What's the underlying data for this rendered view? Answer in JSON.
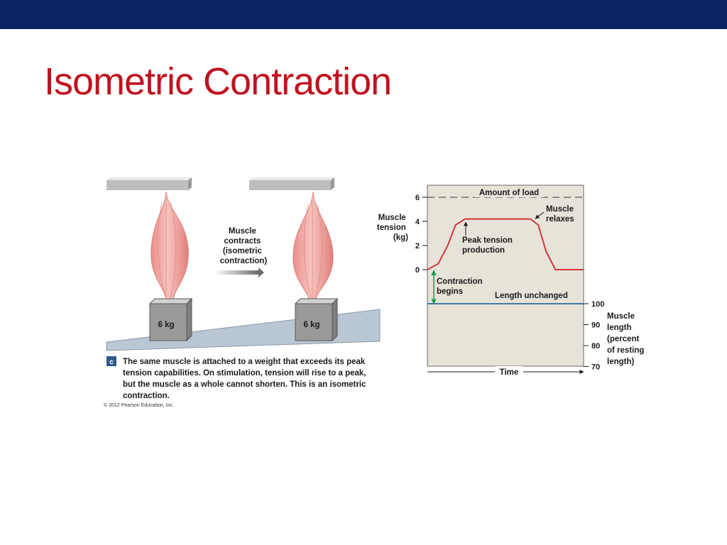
{
  "slide": {
    "title": "Isometric Contraction",
    "colors": {
      "top_bar": "#0b2263",
      "title": "#c1121f"
    }
  },
  "illustration": {
    "weight_label_left": "6 kg",
    "weight_label_right": "6 kg",
    "arrow_caption": [
      "Muscle",
      "contracts",
      "(isometric",
      "contraction)"
    ],
    "panel_letter": "c",
    "caption_lines": [
      "The same muscle is attached to a weight that exceeds its peak",
      "tension capabilities. On stimulation, tension will rise to a peak,",
      "but the muscle as a whole cannot shorten. This is an isometric",
      "contraction."
    ],
    "copyright": "© 2012 Pearson Education, Inc."
  },
  "chart_data": {
    "type": "line",
    "title": "",
    "xlabel": "Time",
    "y_left": {
      "label_lines": [
        "Muscle",
        "tension",
        "(kg)"
      ],
      "ticks": [
        0,
        2,
        4,
        6
      ],
      "range": [
        -8,
        7
      ]
    },
    "y_right": {
      "label_lines": [
        "Muscle",
        "length",
        "(percent",
        "of resting",
        "length)"
      ],
      "ticks": [
        70,
        80,
        90,
        100
      ]
    },
    "series": [
      {
        "name": "",
        "axis": "left",
        "x": [
          0,
          0.07,
          0.13,
          0.18,
          0.24,
          0.66,
          0.71,
          0.76,
          0.82,
          1.0
        ],
        "y": [
          0,
          0.5,
          2.0,
          3.7,
          4.2,
          4.2,
          3.7,
          1.5,
          0,
          0
        ],
        "color": "#d4373c"
      },
      {
        "name": "",
        "axis": "right",
        "x": [
          0,
          1.0
        ],
        "y": [
          100,
          100
        ],
        "color": "#2b6e9e"
      }
    ],
    "reference_line": {
      "label": "Amount of load",
      "value": 6
    },
    "annotations": {
      "peak": [
        "Peak tension",
        "production"
      ],
      "relax": [
        "Muscle",
        "relaxes"
      ],
      "contraction": [
        "Contraction",
        "begins"
      ],
      "length": "Length unchanged"
    },
    "colors": {
      "plot_bg": "#e7e3d9",
      "tension": "#d4373c",
      "length": "#2b6e9e",
      "contraction_arrow": "#1a9a4a"
    }
  }
}
